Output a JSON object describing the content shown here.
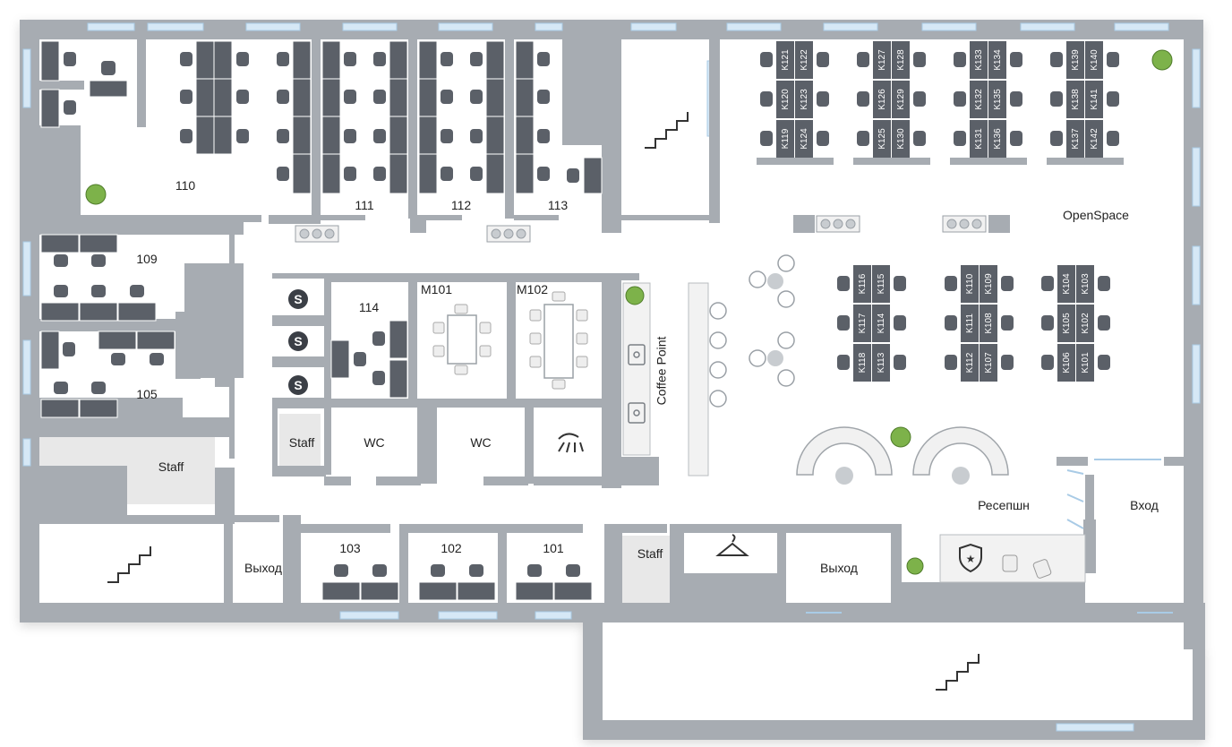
{
  "colors": {
    "wall": "#a7acb2",
    "desk": "#5b6068",
    "window": "#cfe4f4",
    "floor": "#ffffff",
    "staff": "#e6e6e6",
    "plant": "#7db24a"
  },
  "rooms": {
    "r110": "110",
    "r111": "111",
    "r112": "112",
    "r113": "113",
    "r109": "109",
    "r105": "105",
    "r114": "114",
    "m101": "M101",
    "m102": "M102",
    "r103": "103",
    "r102": "102",
    "r101": "101",
    "openspace": "OpenSpace",
    "coffee": "Coffee Point",
    "reception": "Ресепшн",
    "entrance": "Вход",
    "exit1": "Выход",
    "exit2": "Выход",
    "staff1": "Staff",
    "staff2": "Staff",
    "staff3": "Staff",
    "wc1": "WC",
    "wc2": "WC"
  },
  "desk_groups": [
    {
      "left": [
        "K121",
        "K120",
        "K119"
      ],
      "right": [
        "K122",
        "K123",
        "K124"
      ]
    },
    {
      "left": [
        "K127",
        "K126",
        "K125"
      ],
      "right": [
        "K128",
        "K129",
        "K130"
      ]
    },
    {
      "left": [
        "K133",
        "K132",
        "K131"
      ],
      "right": [
        "K134",
        "K135",
        "K136"
      ]
    },
    {
      "left": [
        "K139",
        "K138",
        "K137"
      ],
      "right": [
        "K140",
        "K141",
        "K142"
      ]
    },
    {
      "left": [
        "K116",
        "K117",
        "K118"
      ],
      "right": [
        "K115",
        "K114",
        "K113"
      ]
    },
    {
      "left": [
        "K110",
        "K111",
        "K112"
      ],
      "right": [
        "K109",
        "K108",
        "K107"
      ]
    },
    {
      "left": [
        "K104",
        "K105",
        "K106"
      ],
      "right": [
        "K103",
        "K102",
        "K101"
      ]
    }
  ],
  "icons": [
    "stairs-icon",
    "skype-icon",
    "shower-icon",
    "sink-icon",
    "hanger-icon",
    "security-shield-icon",
    "plant-icon",
    "door-swing-icon"
  ]
}
